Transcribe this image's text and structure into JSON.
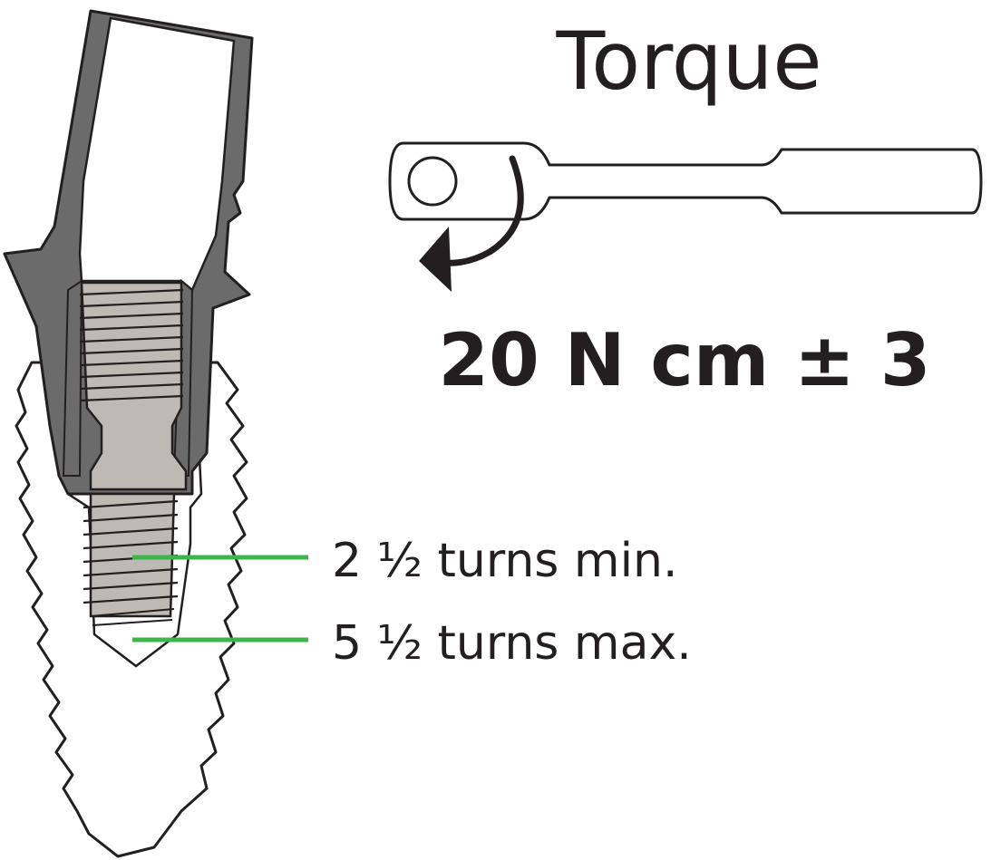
{
  "title": "Torque",
  "torque_value": "20 N cm ± 3",
  "annotations": {
    "min_turns": "2 ½ turns min.",
    "max_turns": "5 ½ turns max."
  },
  "colors": {
    "outline": "#231f20",
    "abutment": "#6b6b6b",
    "screw": "#bdb9b5",
    "leader": "#3cb54a"
  },
  "icons": {
    "wrench": "wrench-icon",
    "rotation_arrow": "counterclockwise-arrow-icon"
  }
}
